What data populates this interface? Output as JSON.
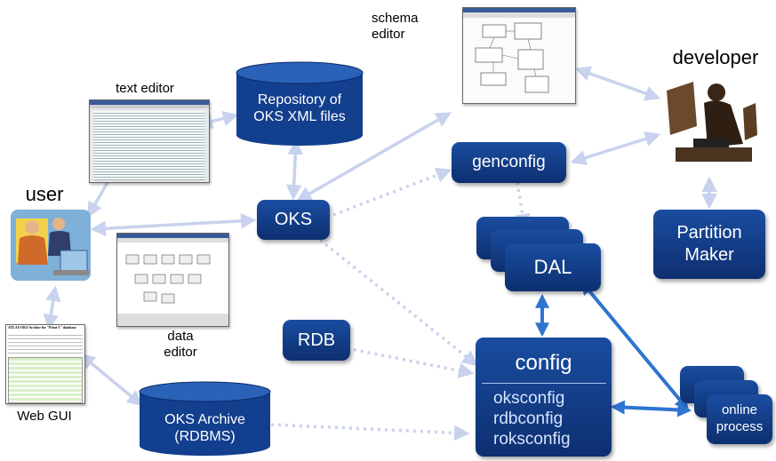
{
  "nodes": {
    "repository": "Repository of\nOKS XML files",
    "oks": "OKS",
    "rdb": "RDB",
    "genconfig": "genconfig",
    "dal": "DAL",
    "partition_maker": "Partition\nMaker",
    "config": "config",
    "config_plugins": "oksconfig\nrdbconfig\nroksconfig",
    "oks_archive": "OKS Archive\n(RDBMS)",
    "online_process": "online\nprocess"
  },
  "labels": {
    "text_editor": "text editor",
    "schema_editor": "schema\neditor",
    "developer": "developer",
    "user": "user",
    "data_editor": "data\neditor",
    "web_gui": "Web GUI"
  },
  "web_gui_title": "ATLAS OKS Archive for \"Point-1\" database",
  "colors": {
    "box": "#0d2f70",
    "arrow": "#c8d2ee",
    "arrow_bold": "#2f74d0"
  }
}
